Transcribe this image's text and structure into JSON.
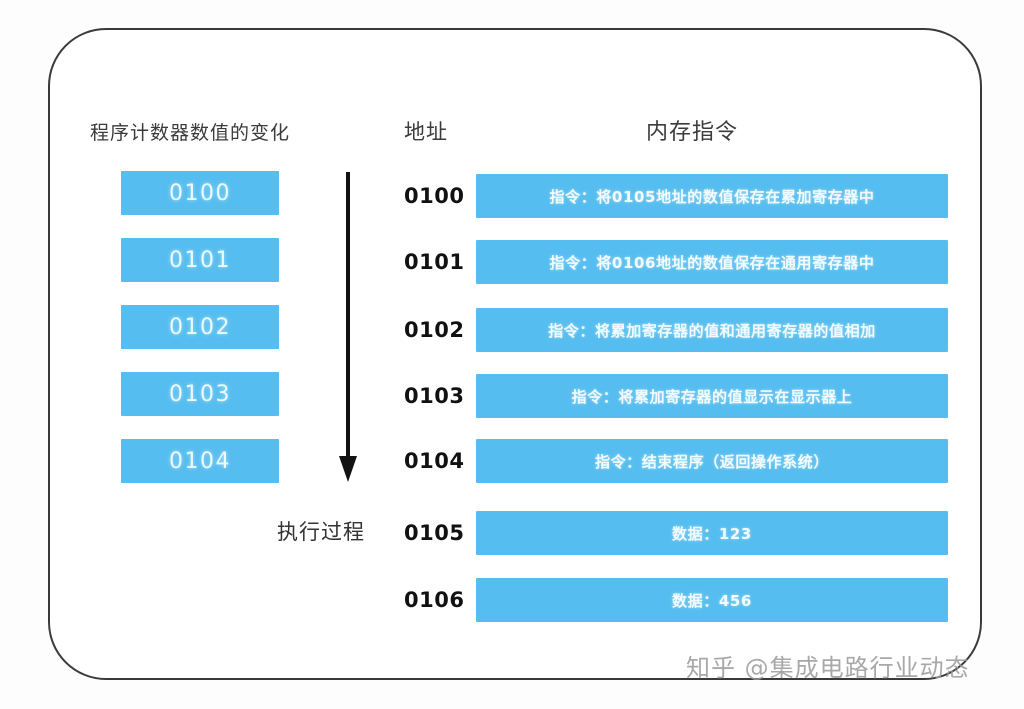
{
  "headers": {
    "pc_column": "程序计数器数值的变化",
    "address_column": "地址",
    "instruction_column": "内存指令"
  },
  "program_counter": {
    "values": [
      "0100",
      "0101",
      "0102",
      "0103",
      "0104"
    ],
    "flow_label": "执行过程",
    "arrow_icon": "down-arrow-icon"
  },
  "memory": {
    "rows": [
      {
        "address": "0100",
        "content": "指令：将0105地址的数值保存在累加寄存器中",
        "kind": "instruction"
      },
      {
        "address": "0101",
        "content": "指令：将0106地址的数值保存在通用寄存器中",
        "kind": "instruction"
      },
      {
        "address": "0102",
        "content": "指令：将累加寄存器的值和通用寄存器的值相加",
        "kind": "instruction"
      },
      {
        "address": "0103",
        "content": "指令：将累加寄存器的值显示在显示器上",
        "kind": "instruction"
      },
      {
        "address": "0104",
        "content": "指令：结束程序（返回操作系统）",
        "kind": "instruction"
      },
      {
        "address": "0105",
        "content": "数据：123",
        "kind": "data"
      },
      {
        "address": "0106",
        "content": "数据：456",
        "kind": "data"
      }
    ]
  },
  "watermark": {
    "text": "知乎 @集成电路行业动态"
  },
  "colors": {
    "bar_blue": "#55bdef",
    "bar_text": "#f2fbff",
    "card_border": "#3a3a3a",
    "address_text": "#111111",
    "watermark_text": "#9a9a9a"
  }
}
